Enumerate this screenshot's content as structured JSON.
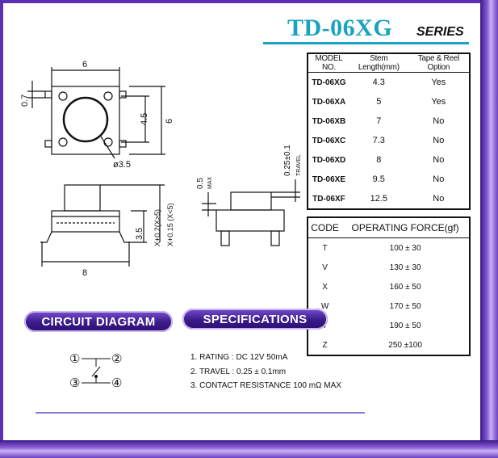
{
  "header": {
    "title": "TD-06XG",
    "series": "SERIES"
  },
  "drawing": {
    "top_view": {
      "dim_width": "6",
      "dim_inner": "4.5",
      "dim_height": "6",
      "dim_pin": "0.7",
      "dim_dia": "ø3.5"
    },
    "front_view": {
      "dim_h": "3.5",
      "dim_len": "8",
      "dim_x1": "X+0.2(X>5)",
      "dim_x2": "X+0.15 (X<5)"
    },
    "side_view": {
      "dim_max": "0.5",
      "dim_max_label": "MAX",
      "dim_travel": "0.25±0.1",
      "dim_travel_label": "TRAVEL"
    }
  },
  "model_table": {
    "headers": [
      "MODEL NO.",
      "Stem Length(mm)",
      "Tape & Reel Option"
    ],
    "rows": [
      {
        "model": "TD-06XG",
        "length": "4.3",
        "tape": "Yes"
      },
      {
        "model": "TD-06XA",
        "length": "5",
        "tape": "Yes"
      },
      {
        "model": "TD-06XB",
        "length": "7",
        "tape": "No"
      },
      {
        "model": "TD-06XC",
        "length": "7.3",
        "tape": "No"
      },
      {
        "model": "TD-06XD",
        "length": "8",
        "tape": "No"
      },
      {
        "model": "TD-06XE",
        "length": "9.5",
        "tape": "No"
      },
      {
        "model": "TD-06XF",
        "length": "12.5",
        "tape": "No"
      }
    ]
  },
  "force_table": {
    "headers": [
      "CODE",
      "OPERATING FORCE(gf)"
    ],
    "rows": [
      {
        "code": "T",
        "force": "100 ± 30"
      },
      {
        "code": "V",
        "force": "130 ± 30"
      },
      {
        "code": "X",
        "force": "160 ± 50"
      },
      {
        "code": "W",
        "force": "170 ± 50"
      },
      {
        "code": "Y",
        "force": "190 ± 50"
      },
      {
        "code": "Z",
        "force": "250 ±100"
      }
    ]
  },
  "sections": {
    "circuit": "CIRCUIT DIAGRAM",
    "specifications": "SPECIFICATIONS"
  },
  "circuit": {
    "pins": [
      "①",
      "②",
      "③",
      "④"
    ]
  },
  "specifications": [
    "1. RATING : DC 12V  50mA",
    "2. TRAVEL :  0.25 ± 0.1mm",
    "3. CONTACT  RESISTANCE 100 mΩ MAX"
  ]
}
